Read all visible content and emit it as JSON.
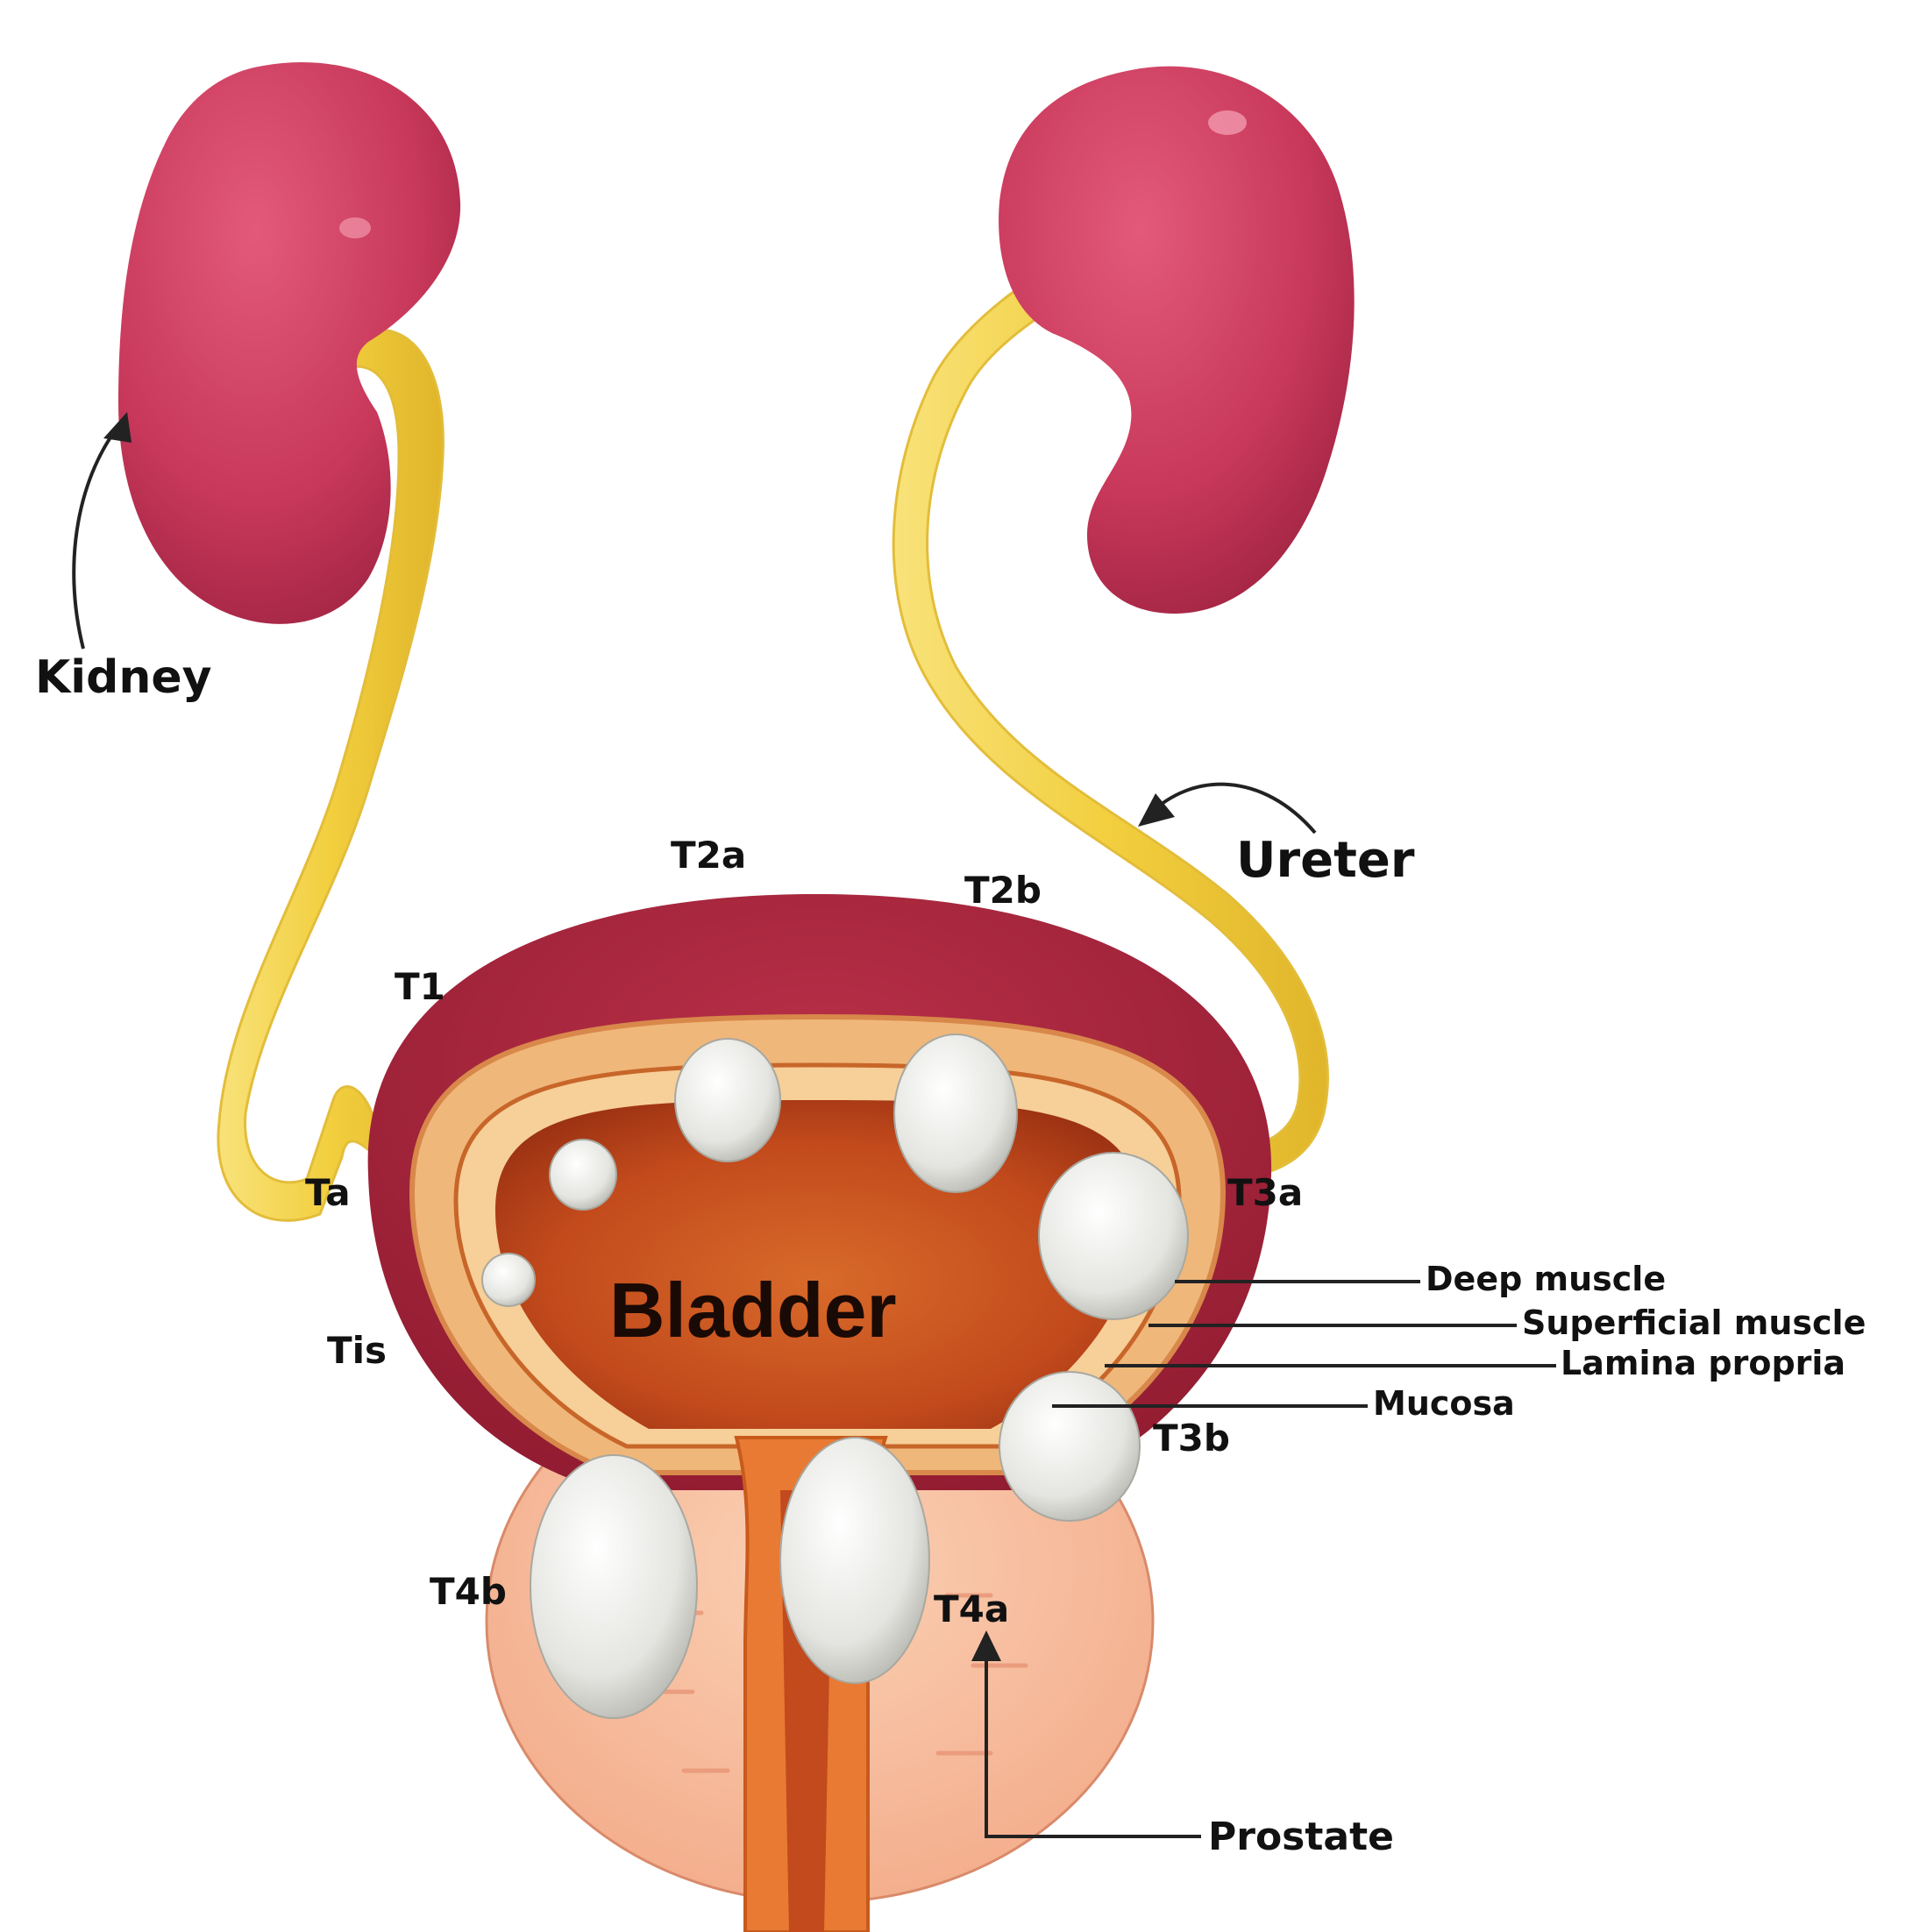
{
  "labels": {
    "kidney": "Kidney",
    "ureter": "Ureter",
    "bladder": "Bladder",
    "prostate": "Prostate",
    "deep_muscle": "Deep muscle",
    "superficial_muscle": "Superficial muscle",
    "lamina_propria": "Lamina propria",
    "mucosa": "Mucosa"
  },
  "stages": {
    "t2a": "T2a",
    "t2b": "T2b",
    "t1": "T1",
    "ta": "Ta",
    "t3a": "T3a",
    "tis": "Tis",
    "t3b": "T3b",
    "t4b": "T4b",
    "t4a": "T4a"
  },
  "colors": {
    "kidney": "#c8385a",
    "ureter": "#f5d54a",
    "bladder_wall": "#a8233a",
    "bladder_lumen": "#c2481c",
    "muscle_layer": "#f0b77a",
    "prostate": "#f7b89a",
    "tumor": "#e8e8e4"
  }
}
